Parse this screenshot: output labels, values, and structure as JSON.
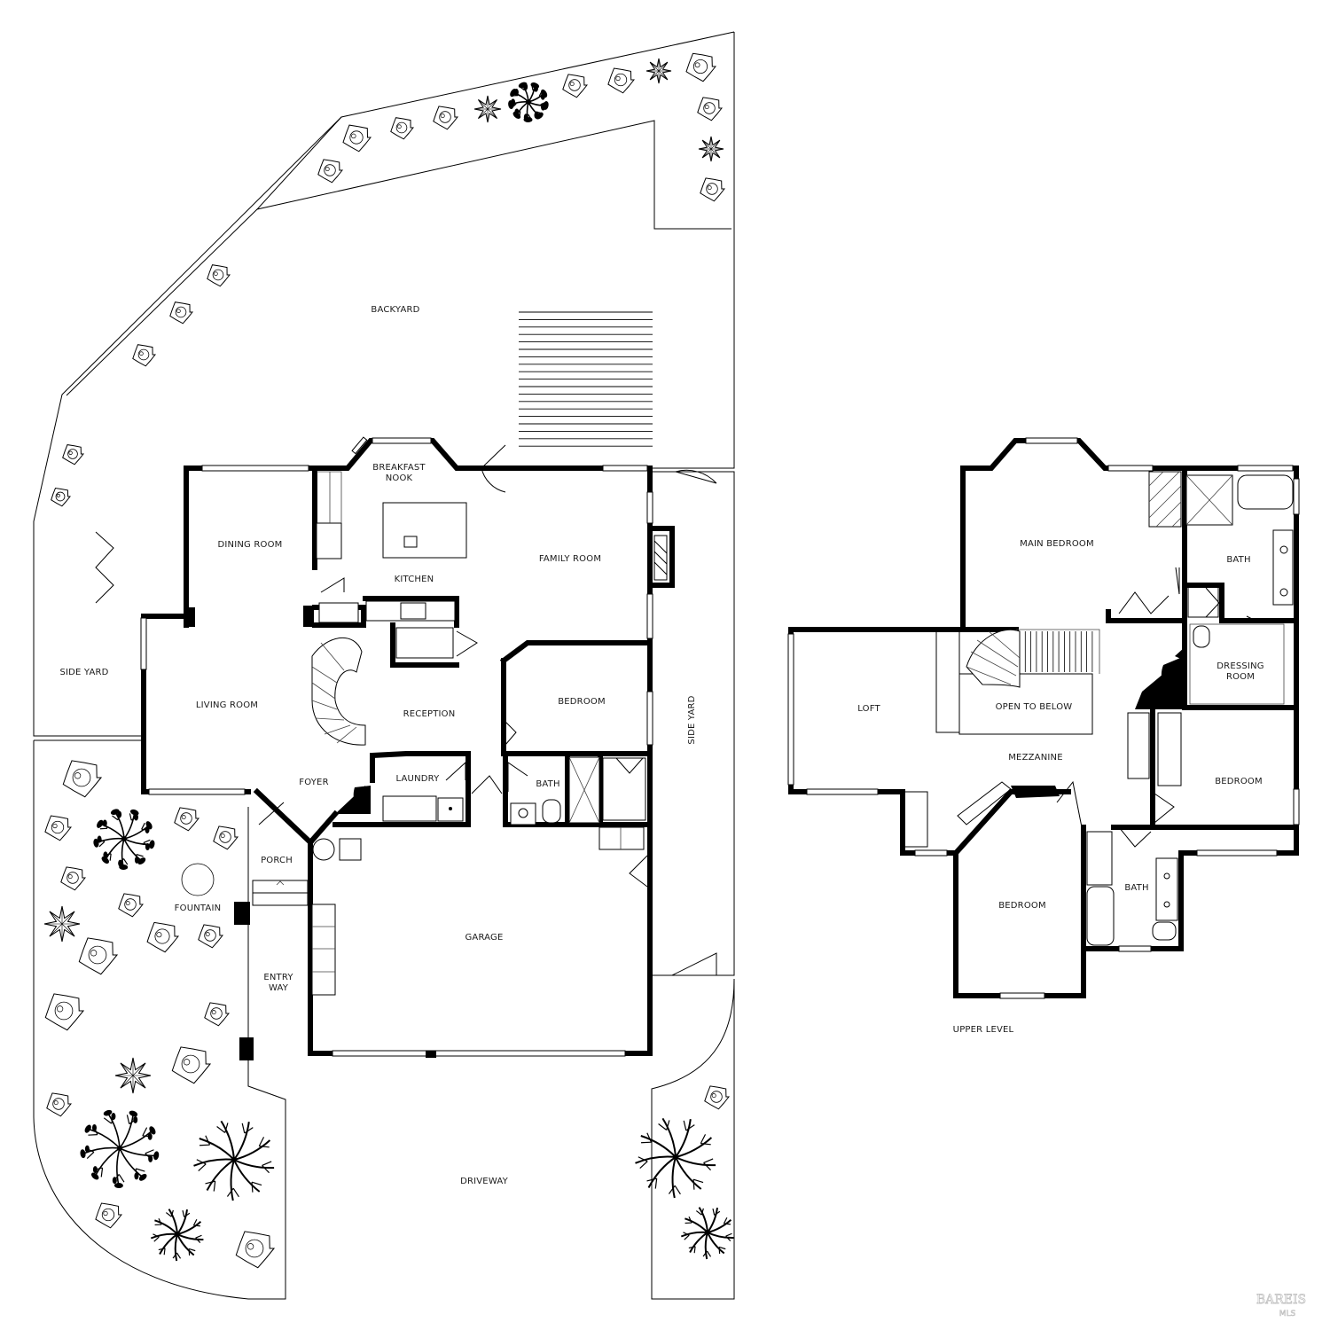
{
  "plan": {
    "room_labels": [
      {
        "id": "backyard",
        "text": "BACKYARD"
      },
      {
        "id": "breakfast-nook-1",
        "text": "BREAKFAST"
      },
      {
        "id": "breakfast-nook-2",
        "text": "NOOK"
      },
      {
        "id": "dining-room",
        "text": "DINING ROOM"
      },
      {
        "id": "kitchen",
        "text": "KITCHEN"
      },
      {
        "id": "family-room",
        "text": "FAMILY ROOM"
      },
      {
        "id": "side-yard-west",
        "text": "SIDE YARD"
      },
      {
        "id": "living-room",
        "text": "LIVING ROOM"
      },
      {
        "id": "reception",
        "text": "RECEPTION"
      },
      {
        "id": "bedroom-main-level",
        "text": "BEDROOM"
      },
      {
        "id": "foyer",
        "text": "FOYER"
      },
      {
        "id": "laundry",
        "text": "LAUNDRY"
      },
      {
        "id": "bath-main-level",
        "text": "BATH"
      },
      {
        "id": "porch",
        "text": "PORCH"
      },
      {
        "id": "fountain",
        "text": "FOUNTAIN"
      },
      {
        "id": "garage",
        "text": "GARAGE"
      },
      {
        "id": "entry-way-1",
        "text": "ENTRY"
      },
      {
        "id": "entry-way-2",
        "text": "WAY"
      },
      {
        "id": "driveway",
        "text": "DRIVEWAY"
      },
      {
        "id": "side-yard-east",
        "text": "SIDE YARD"
      },
      {
        "id": "main-bedroom",
        "text": "MAIN BEDROOM"
      },
      {
        "id": "bath-main-suite",
        "text": "BATH"
      },
      {
        "id": "dressing-room-1",
        "text": "DRESSING"
      },
      {
        "id": "dressing-room-2",
        "text": "ROOM"
      },
      {
        "id": "loft",
        "text": "LOFT"
      },
      {
        "id": "open-to-below",
        "text": "OPEN TO BELOW"
      },
      {
        "id": "mezzanine",
        "text": "MEZZANINE"
      },
      {
        "id": "bedroom-upper-east",
        "text": "BEDROOM"
      },
      {
        "id": "bedroom-upper-south",
        "text": "BEDROOM"
      },
      {
        "id": "bath-upper",
        "text": "BATH"
      },
      {
        "id": "upper-level",
        "text": "UPPER LEVEL"
      }
    ],
    "watermark": {
      "line1": "BAREIS",
      "line2": "MLS"
    }
  }
}
